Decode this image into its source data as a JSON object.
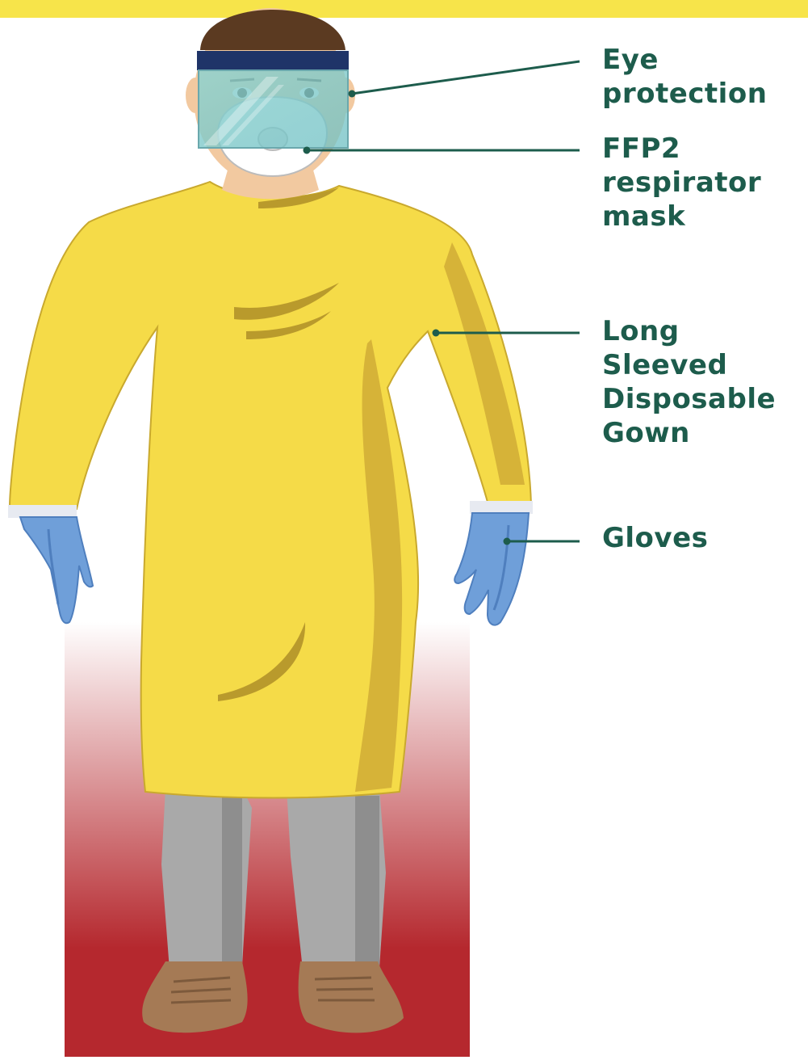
{
  "colors": {
    "top_band": "#f7e44a",
    "label_text": "#1d5c4c",
    "leader_line": "#1d5c4c",
    "gown": "#f5db48",
    "gown_shadow": "#d6b338",
    "gown_fold": "#b99a2c",
    "gloves": "#6f9fd9",
    "glove_shadow": "#4f7fbe",
    "cuff": "#e7eaf1",
    "pants": "#a9a9a9",
    "pants_shadow": "#8e8e8e",
    "shoes": "#a57a55",
    "shoe_shadow": "#7d5a3c",
    "skin": "#f2c9a0",
    "hair": "#5b3a21",
    "visor_band": "#1f3468",
    "visor": "#8fd3d0",
    "mask": "#ffffff",
    "floor_top": "#ffffff",
    "floor_bottom": "#b5282e"
  },
  "labels": {
    "eye_protection": "Eye\nprotection",
    "ffp2_mask": "FFP2\nrespirator\nmask",
    "gown": "Long\nSleeved\nDisposable\nGown",
    "gloves": "Gloves"
  },
  "icons": {
    "figure": "ppe-figure-illustration",
    "face_shield": "face-shield",
    "respirator": "respirator-mask",
    "gown": "gown",
    "gloves": "gloves",
    "shoes": "shoes"
  }
}
